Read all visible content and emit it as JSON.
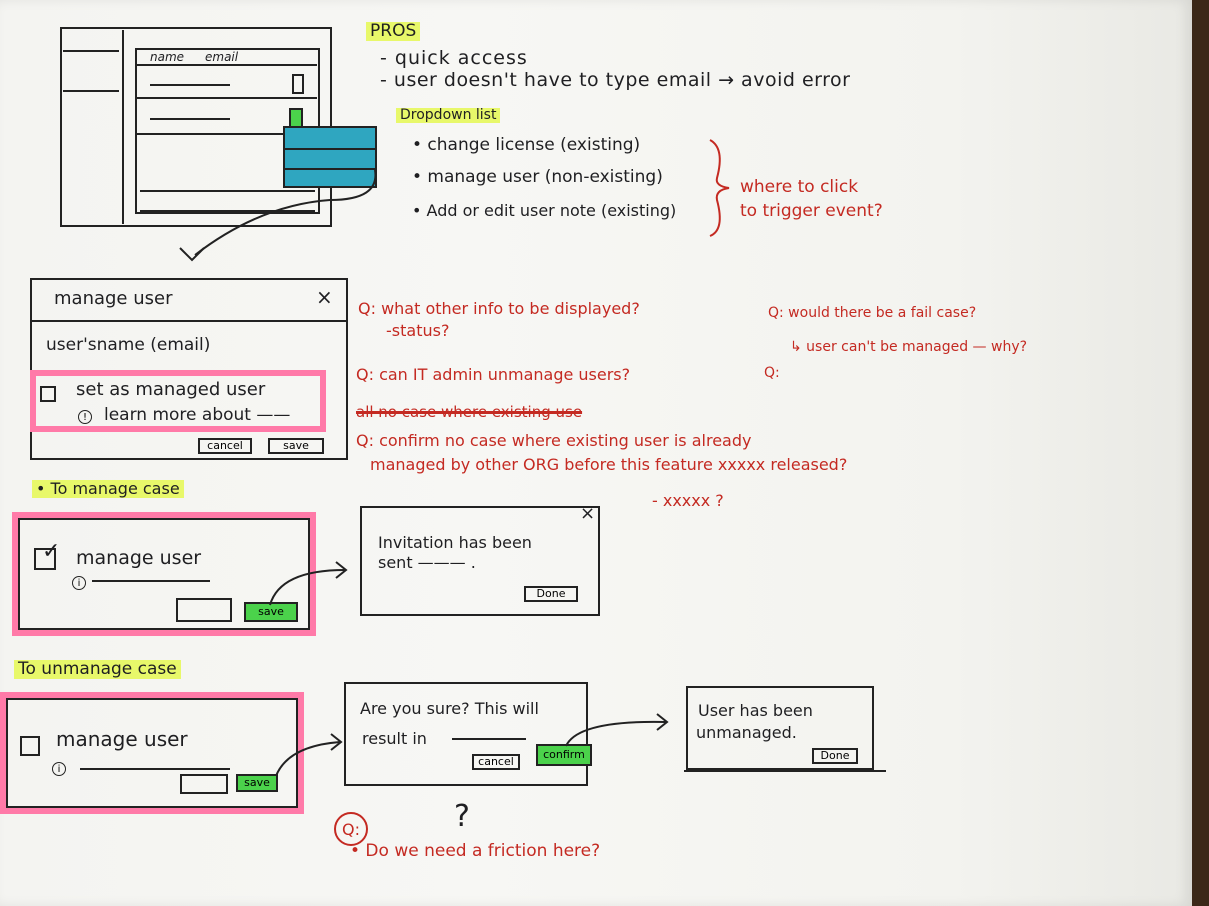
{
  "wireframe_table": {
    "col_name": "name",
    "col_email": "email"
  },
  "pros": {
    "title": "PROS",
    "items": [
      "- quick access",
      "- user doesn't have to type email → avoid error"
    ]
  },
  "dropdown": {
    "title": "Dropdown list",
    "items": [
      "• change license (existing)",
      "• manage user (non-existing)",
      "• Add or edit user note (existing)"
    ],
    "question": [
      "where to click",
      "to trigger event?"
    ]
  },
  "manage_dialog": {
    "title": "manage user",
    "close": "×",
    "user_line": "user'sname (email)",
    "checkbox_label": "set as managed user",
    "learn_more": "learn more about ——",
    "cancel": "cancel",
    "save": "save"
  },
  "questions": {
    "q1": "Q: what other info to be displayed?",
    "q1b": "-status?",
    "q2": "Q: can IT admin unmanage users?",
    "q3_struck": "all no case where existing use",
    "q4": "Q: confirm no case where existing user is already",
    "q4b": "managed by other ORG before this feature xxxxx released?",
    "q4c": "- xxxxx ?",
    "q5": "Q: would there be a fail case?",
    "q5b": "↳ user can't be managed — why?",
    "q6": "Q:"
  },
  "manage_case": {
    "title": "• To manage case",
    "checkbox_mark": "✓",
    "label": "manage user",
    "info": "i",
    "save": "save",
    "invite_text_1": "Invitation has been",
    "invite_text_2": "sent ——— .",
    "close": "×",
    "done": "Done"
  },
  "unmanage_case": {
    "title": "To unmanage case",
    "label": "manage user",
    "info": "i",
    "save": "save",
    "confirm_text_1": "Are you sure? This will",
    "confirm_text_2": "result in",
    "cancel": "cancel",
    "confirm": "confirm",
    "done_text_1": "User has been",
    "done_text_2": "unmanaged.",
    "done": "Done"
  },
  "bottom_question": {
    "q": "Q:",
    "mark": "?",
    "text": "• Do we need a friction here?"
  }
}
